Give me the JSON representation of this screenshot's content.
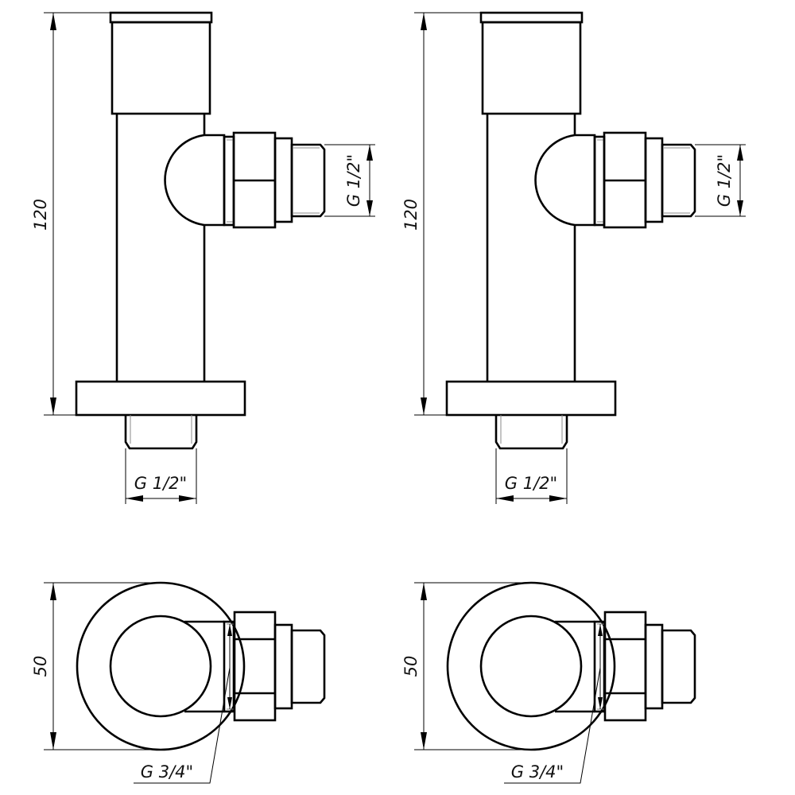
{
  "views": [
    {
      "label": "left",
      "height_dim": "120",
      "side_thread_dim": "G 1/2\"",
      "bottom_thread_dim": "G 1/2\"",
      "diameter_dim": "50",
      "inlet_thread_dim": "G 3/4\""
    },
    {
      "label": "right",
      "height_dim": "120",
      "side_thread_dim": "G 1/2\"",
      "bottom_thread_dim": "G 1/2\"",
      "diameter_dim": "50",
      "inlet_thread_dim": "G 3/4\""
    }
  ]
}
